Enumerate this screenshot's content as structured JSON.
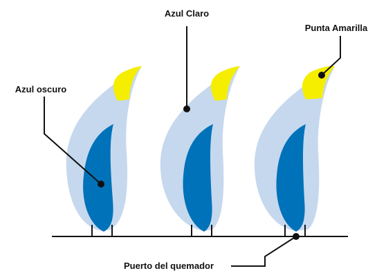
{
  "labels": {
    "light_blue": "Azul Claro",
    "yellow_tip": "Punta Amarilla",
    "dark_blue": "Azul oscuro",
    "burner_port": "Puerto del quemador"
  },
  "colors": {
    "outer_flame": "#c6d8ee",
    "inner_flame": "#0072b9",
    "tip": "#f5ee00",
    "lines": "#111111",
    "background": "#ffffff"
  },
  "flame_count": 3
}
